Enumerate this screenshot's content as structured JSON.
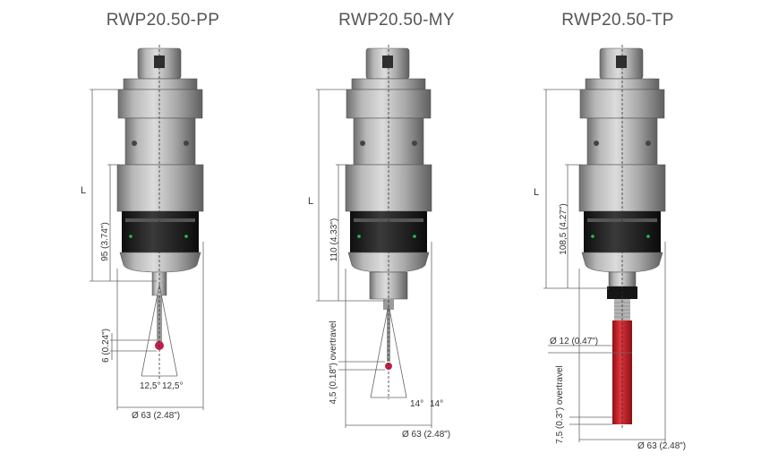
{
  "probes": [
    {
      "title": "RWP20.50-PP",
      "length_label": "L",
      "body_dim": "95 (3.74\")",
      "offset_dim": "6 (0.24\")",
      "angle_left": "12,5°",
      "angle_right": "12,5°",
      "diameter": "Ø 63 (2.48\")"
    },
    {
      "title": "RWP20.50-MY",
      "length_label": "L",
      "body_dim": "110 (4.33\")",
      "overtravel_dim": "4,5 (0.18\") overtravel",
      "angle_left": "14°",
      "angle_right": "14°",
      "diameter": "Ø 63 (2.48\")"
    },
    {
      "title": "RWP20.50-TP",
      "length_label": "L",
      "body_dim": "108,5 (4.27\")",
      "stylus_dim": "Ø 12 (0.47\")",
      "overtravel_dim": "7,5 (0.3\") overtravel",
      "diameter": "Ø 63 (2.48\")"
    }
  ],
  "colors": {
    "body_light": "#b9b9b9",
    "body_dark": "#7c7c7c",
    "ring": "#1e1e1e",
    "led": "#22c24a",
    "ruby": "#c0204a",
    "stylus_red": "#c81f25"
  }
}
